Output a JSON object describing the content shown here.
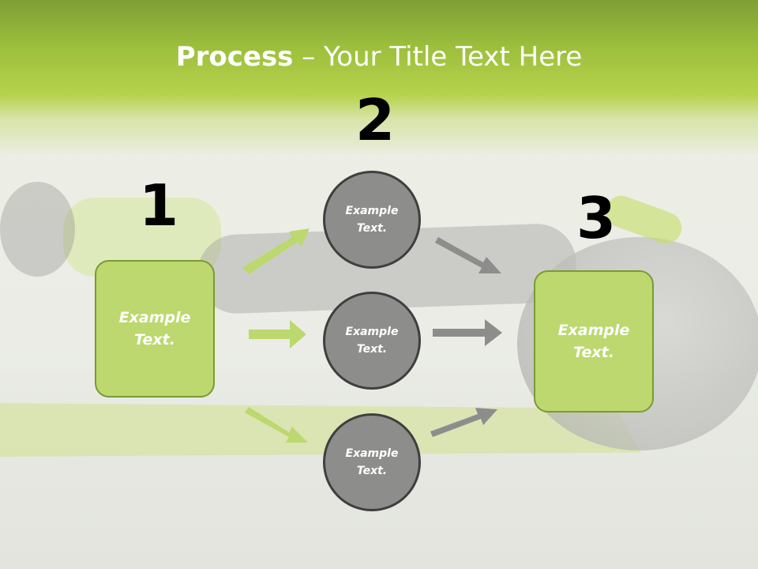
{
  "title": {
    "bold": "Process",
    "rest": " – Your Title Text Here"
  },
  "numbers": {
    "n1": "1",
    "n2": "2",
    "n3": "3"
  },
  "steps": {
    "left_box": "Example\nText.",
    "circle_top": "Example\nText.",
    "circle_middle": "Example\nText.",
    "circle_bottom": "Example\nText.",
    "right_box": "Example\nText."
  },
  "colors": {
    "green_arrow": "#bcd86e",
    "gray_arrow": "#8d8d8c",
    "box_fill": "#bcd86e",
    "circle_fill": "#8d8d8c"
  }
}
